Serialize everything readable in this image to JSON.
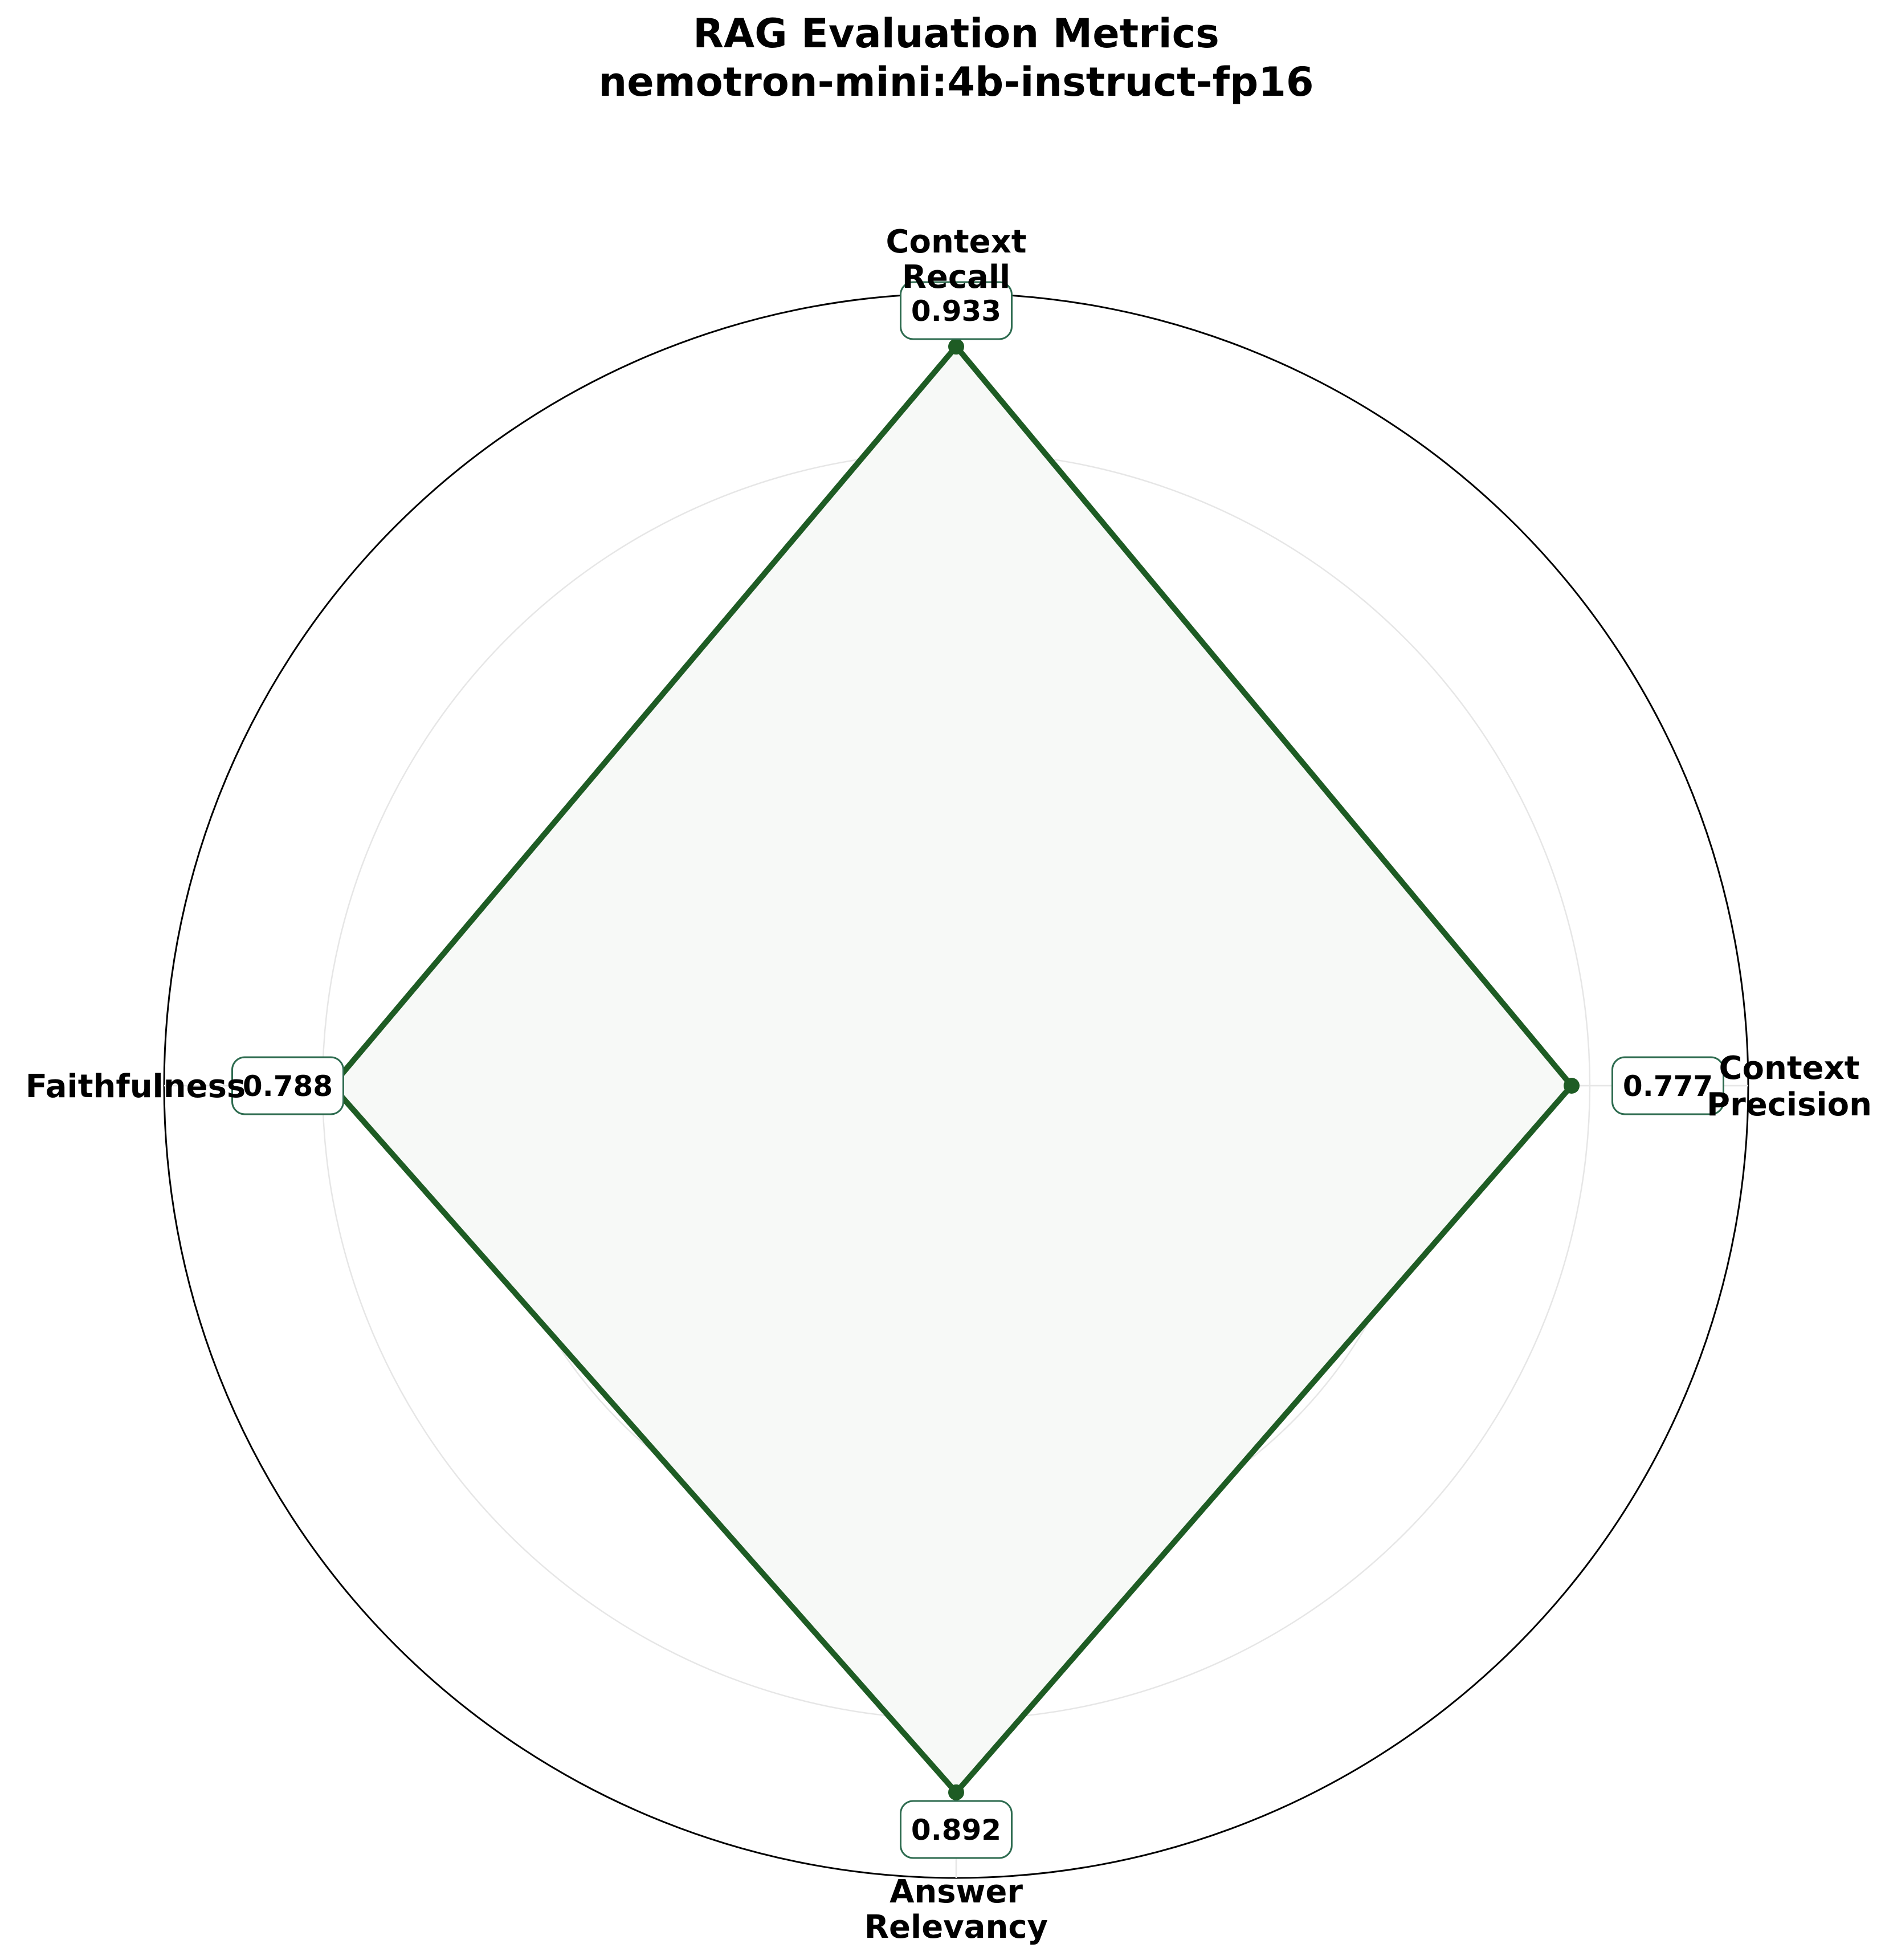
{
  "chart_data": {
    "type": "radar",
    "title": "RAG Evaluation Metrics",
    "subtitle": "nemotron-mini:4b-instruct-fp16",
    "categories": [
      [
        "Context",
        "Recall"
      ],
      [
        "Context",
        "Precision"
      ],
      [
        "Answer",
        "Relevancy"
      ],
      [
        "Faithfulness"
      ]
    ],
    "values": [
      0.933,
      0.777,
      0.892,
      0.788
    ],
    "value_labels": [
      "0.933",
      "0.777",
      "0.892",
      "0.788"
    ],
    "r_range": [
      0,
      1
    ],
    "grid_levels": [
      0.2,
      0.4,
      0.6,
      0.8,
      1.0
    ],
    "grid": true,
    "series_color": "#1e5c24",
    "fill_color": "#f7f9f7",
    "label_box_edge": "#2d6b4f",
    "outer_ring_color": "#000000",
    "grid_color": "#e6e6e6"
  }
}
